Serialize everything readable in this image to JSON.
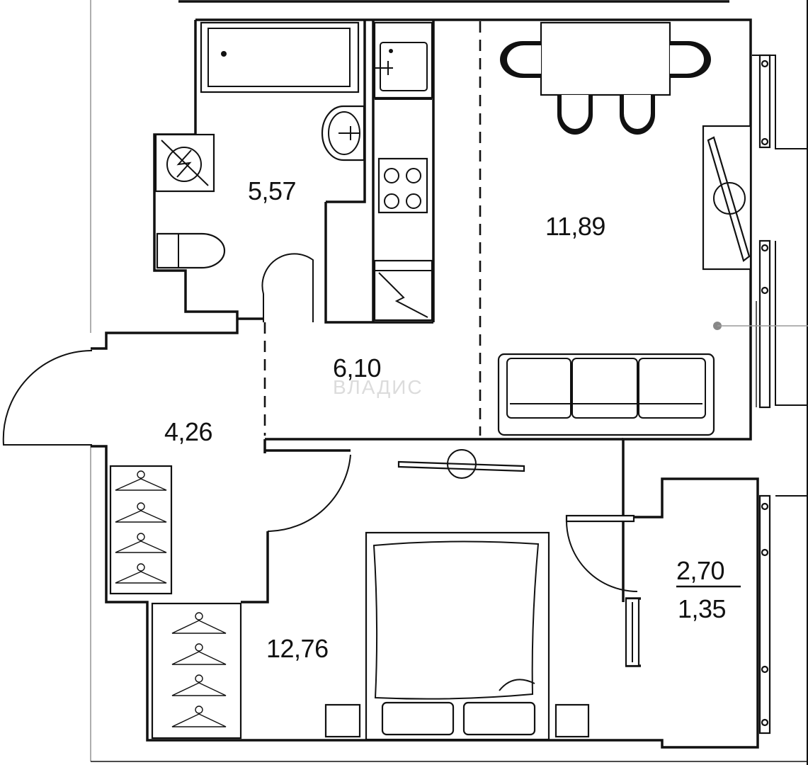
{
  "plan": {
    "rooms": [
      {
        "id": "bathroom",
        "area": "5,57"
      },
      {
        "id": "living-kitchen",
        "area": "11,89"
      },
      {
        "id": "corridor",
        "area": "6,10"
      },
      {
        "id": "hallway",
        "area": "4,26"
      },
      {
        "id": "bedroom",
        "area": "12,76"
      },
      {
        "id": "balcony",
        "area": "2,70",
        "reduced_area": "1,35"
      }
    ],
    "watermark": "ВЛАДИС"
  }
}
